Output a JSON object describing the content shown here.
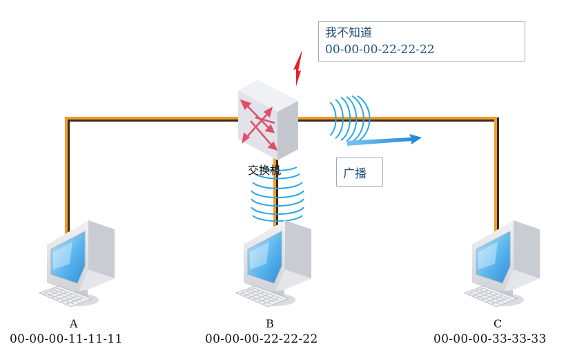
{
  "switch": {
    "label": "交换机",
    "icon": "network-switch-icon"
  },
  "answer_callout": {
    "line1": "我不知道",
    "line2": "00-00-00-22-22-22"
  },
  "broadcast_callout": {
    "label": "广播"
  },
  "hosts": [
    {
      "letter": "A",
      "mac": "00-00-00-11-11-11",
      "icon": "computer-icon"
    },
    {
      "letter": "B",
      "mac": "00-00-00-22-22-22",
      "icon": "computer-icon"
    },
    {
      "letter": "C",
      "mac": "00-00-00-33-33-33",
      "icon": "computer-icon"
    }
  ],
  "colors": {
    "cable": "#f39a2c",
    "cable_shadow": "#3b2a18",
    "signal_waves": "#29a8e6",
    "broadcast_arrow": "#2a8fd4",
    "pointer_arrow": "#e52222",
    "callout_text": "#24507a",
    "switch_symbol": "#e0506a"
  }
}
